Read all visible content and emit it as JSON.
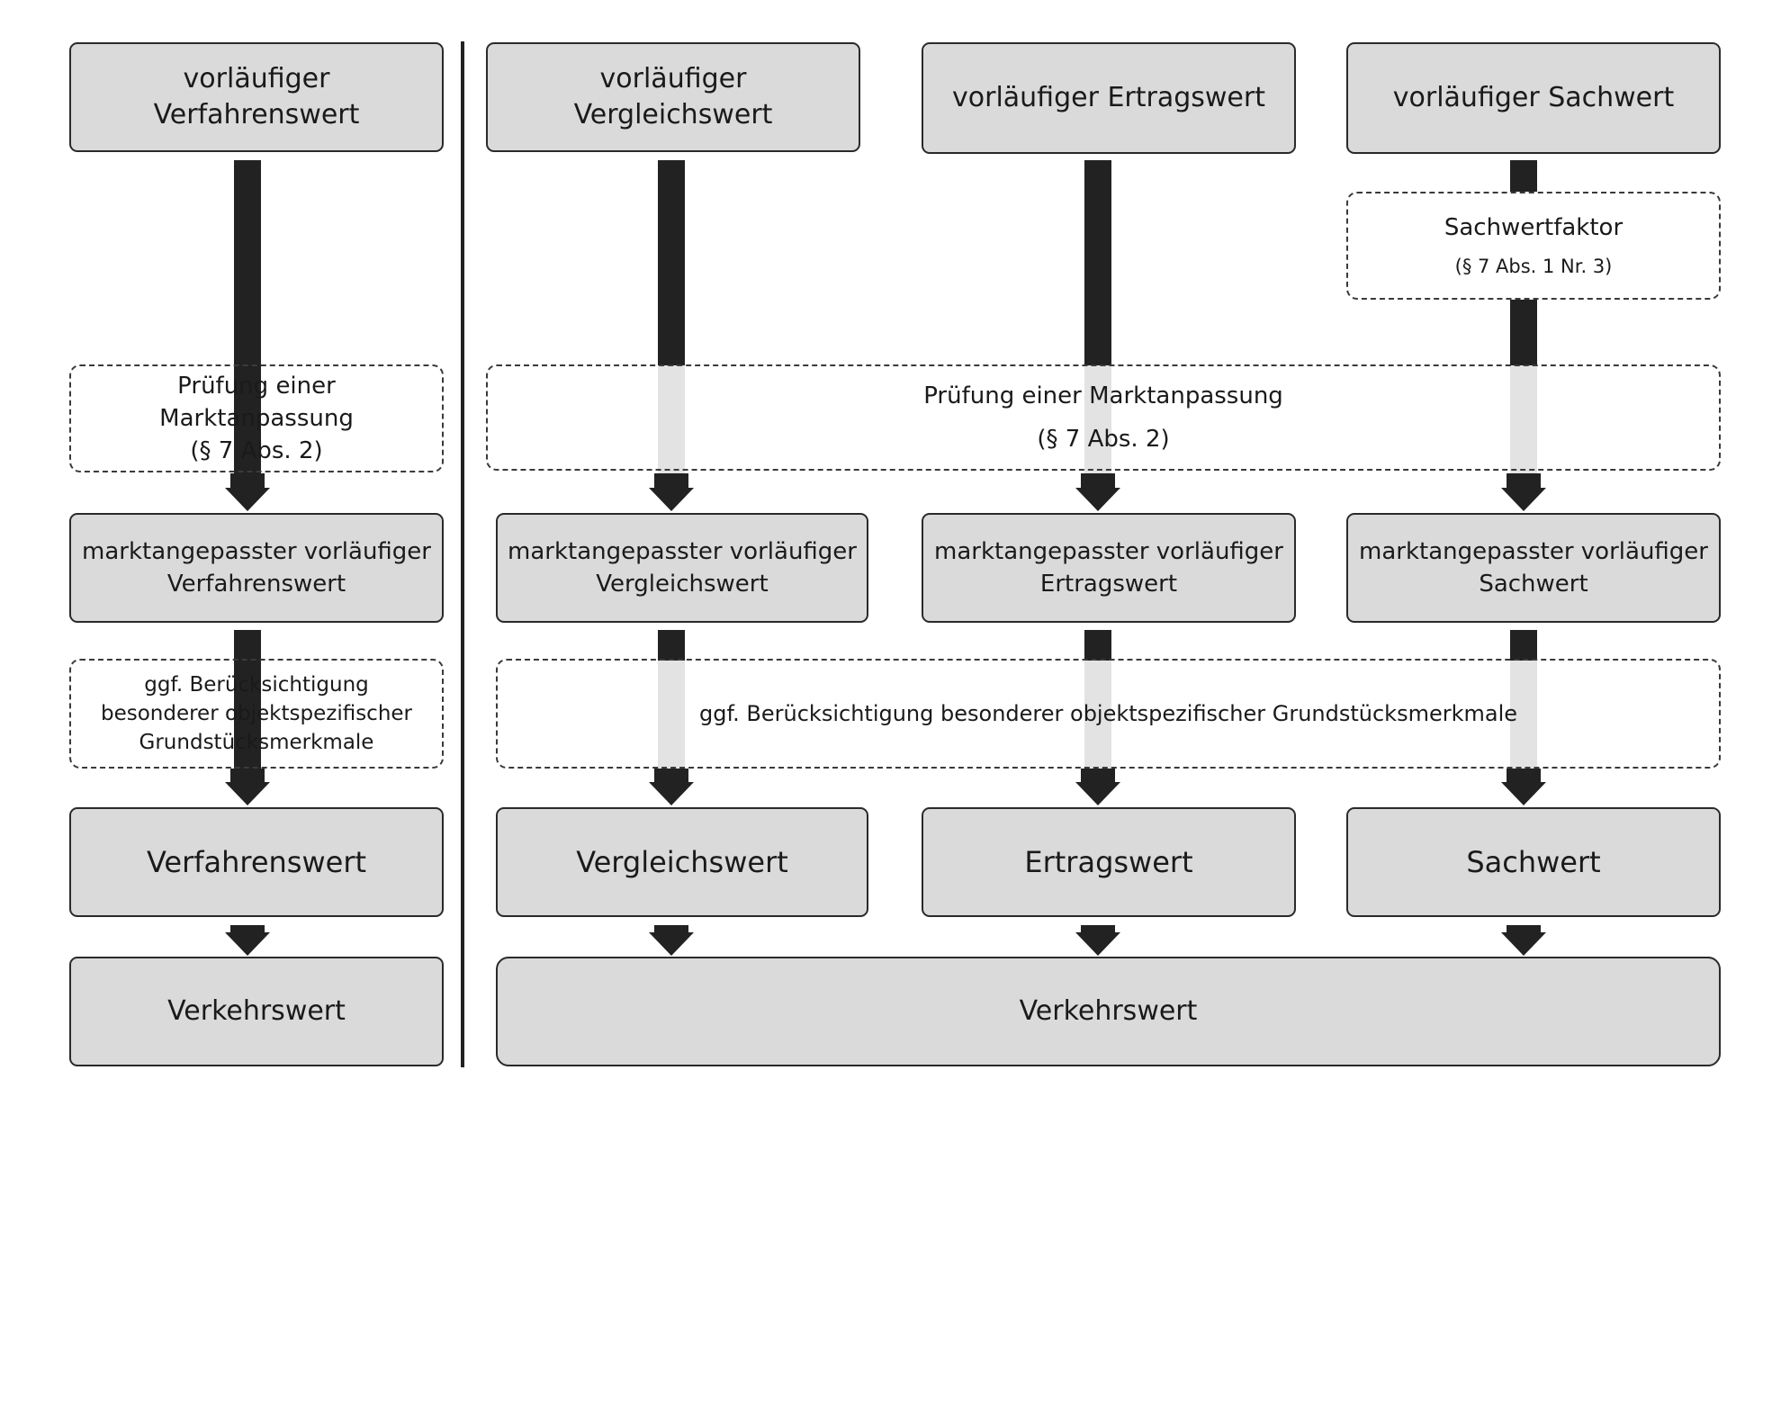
{
  "left": {
    "start": [
      "vorläufiger",
      "Verfahrenswert"
    ],
    "check": [
      "Prüfung einer",
      "Marktanpassung",
      "(§ 7 Abs. 2)"
    ],
    "adjusted": [
      "marktangepasster vorläufiger",
      "Verfahrenswert"
    ],
    "special": [
      "ggf. Berücksichtigung",
      "besonderer objektspezifischer",
      "Grundstücksmerkmale"
    ],
    "value": "Verfahrenswert",
    "result": "Verkehrswert"
  },
  "right": {
    "starts": [
      [
        "vorläufiger",
        "Vergleichswert"
      ],
      [
        "vorläufiger Ertragswert"
      ],
      [
        "vorläufiger Sachwert"
      ]
    ],
    "sachwertfaktor": [
      "Sachwertfaktor",
      "(§ 7 Abs. 1 Nr. 3)"
    ],
    "check": [
      "Prüfung einer Marktanpassung",
      "(§ 7 Abs. 2)"
    ],
    "adjusted": [
      [
        "marktangepasster vorläufiger",
        "Vergleichswert"
      ],
      [
        "marktangepasster vorläufiger",
        "Ertragswert"
      ],
      [
        "marktangepasster vorläufiger",
        "Sachwert"
      ]
    ],
    "special": "ggf. Berücksichtigung besonderer objektspezifischer Grundstücksmerkmale",
    "values": [
      "Vergleichswert",
      "Ertragswert",
      "Sachwert"
    ],
    "result": "Verkehrswert"
  }
}
